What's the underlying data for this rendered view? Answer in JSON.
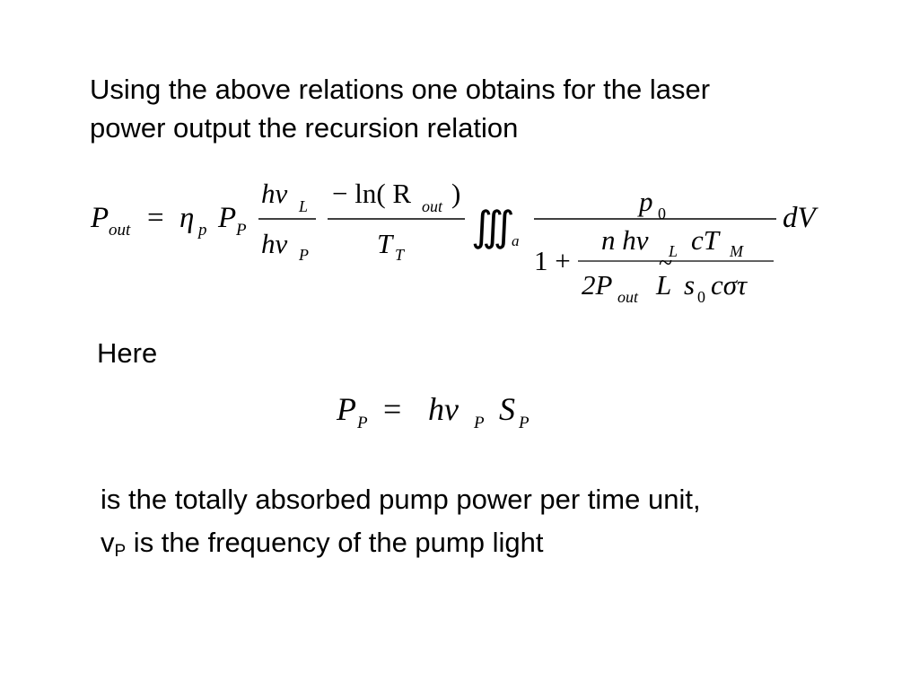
{
  "intro": {
    "line1": "Using the above relations one obtains for the laser",
    "line2": "power output the recursion relation"
  },
  "here_label": "Here",
  "description": {
    "line1": "is the totally absorbed pump power per time unit,",
    "line2_var": "v",
    "line2_sub": "P",
    "line2_rest": " is the frequency of the pump light"
  },
  "equation1": {
    "lhs": "P",
    "lhs_sub": "out",
    "eq": "=",
    "eta": "η",
    "eta_sub": "p",
    "pp": "P",
    "pp_sub": "P",
    "frac1_num": "hν",
    "frac1_num_sub": "L",
    "frac1_den": "hν",
    "frac1_den_sub": "P",
    "frac2_num": "− ln( R",
    "frac2_num_sub": "out",
    "frac2_num_close": ")",
    "frac2_den": "T",
    "frac2_den_sub": "T",
    "integral": "∭",
    "integral_sub": "a",
    "frac3_num": "p",
    "frac3_num_sub": "0",
    "one_plus": "1 +",
    "inner_num": "n hν",
    "inner_num_sub": "L",
    "inner_num_rest": "cT",
    "inner_num_rest_sub": "M",
    "inner_den_a": "2P",
    "inner_den_a_sub": "out",
    "inner_den_L": "L",
    "inner_den_tilde": "~",
    "inner_den_s": "s",
    "inner_den_s_sub": "0",
    "inner_den_rest": "cστ",
    "dv": "dV"
  },
  "equation2": {
    "lhs": "P",
    "lhs_sub": "P",
    "eq": "=",
    "h": "hν",
    "h_sub": "P",
    "s": "S",
    "s_sub": "P"
  }
}
